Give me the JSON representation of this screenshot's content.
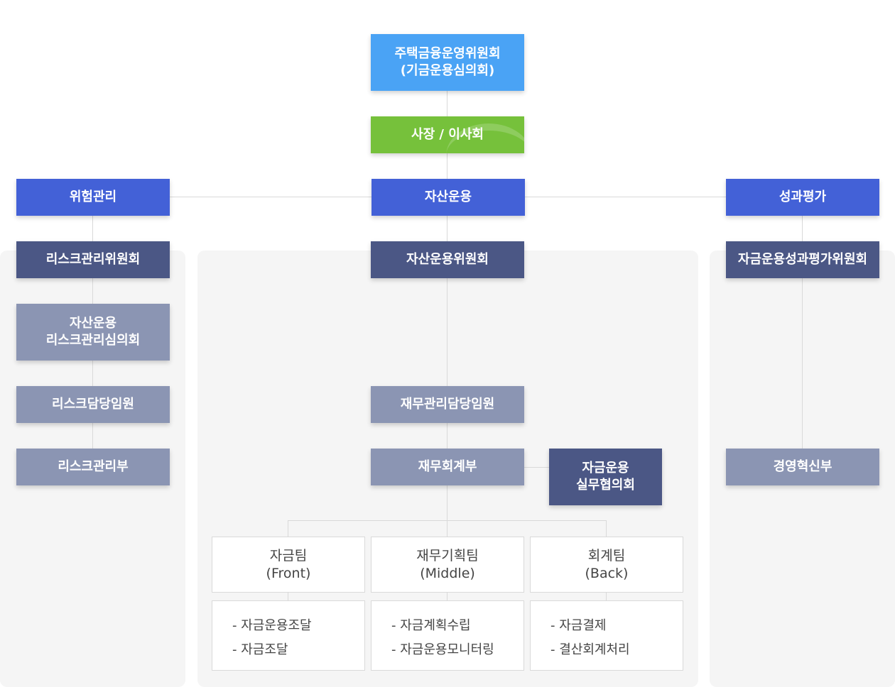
{
  "top": {
    "committee": "주택금융운영위원회\n(기금운용심의회)",
    "board": "사장 / 이사회"
  },
  "branches": {
    "risk": "위험관리",
    "asset": "자산운용",
    "performance": "성과평가"
  },
  "risk_column": {
    "committee": "리스크관리위원회",
    "council": "자산운용\n리스크관리심의회",
    "officer": "리스크담당임원",
    "department": "리스크관리부"
  },
  "asset_column": {
    "committee": "자산운용위원회",
    "officer": "재무관리담당임원",
    "department": "재무회계부",
    "working_council": "자금운용\n실무협의회"
  },
  "performance_column": {
    "committee": "자금운용성과평가위원회",
    "department": "경영혁신부"
  },
  "teams": [
    {
      "name": "자금팀\n(Front)",
      "tasks": [
        "- 자금운용조달",
        "- 자금조달"
      ]
    },
    {
      "name": "재무기획팀\n(Middle)",
      "tasks": [
        "- 자금계획수립",
        "- 자금운용모니터링"
      ]
    },
    {
      "name": "회계팀\n(Back)",
      "tasks": [
        "- 자금결제",
        "- 결산회계처리"
      ]
    }
  ],
  "colors": {
    "light_blue": "#4aa3f5",
    "green": "#76c13b",
    "blue": "#4361d7",
    "navy": "#4b5785",
    "gray": "#8b95b3",
    "panel": "#f5f5f5",
    "connector": "#d9d9d9"
  }
}
